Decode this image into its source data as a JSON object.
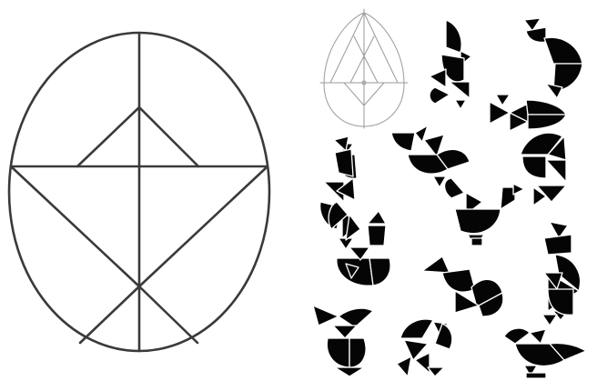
{
  "colors": {
    "background": "#ffffff",
    "outline": "#3a3a3a",
    "template_line": "#9a9a9a",
    "silhouette": "#050505"
  },
  "main_diagram": {
    "shape": "egg-tangram-dissection",
    "pieces": [
      "upper-left-cap",
      "upper-right-cap",
      "small-triangle",
      "left-side-piece",
      "right-side-piece",
      "lower-left-piece",
      "lower-right-piece",
      "bottom-left-piece",
      "bottom-right-piece"
    ]
  },
  "template_thumbnail": {
    "shape": "egg-construction-drawing"
  },
  "silhouettes": [
    {
      "id": "silhouette-1",
      "depicts": "bird-standing"
    },
    {
      "id": "silhouette-2",
      "depicts": "bird-perched"
    },
    {
      "id": "silhouette-3",
      "depicts": "fish"
    },
    {
      "id": "silhouette-4",
      "depicts": "bird-spread-wings"
    },
    {
      "id": "silhouette-5",
      "depicts": "hen"
    },
    {
      "id": "silhouette-6",
      "depicts": "bird-arched"
    },
    {
      "id": "silhouette-7",
      "depicts": "bird-tall"
    },
    {
      "id": "silhouette-8",
      "depicts": "duck"
    },
    {
      "id": "silhouette-9",
      "depicts": "bird-leaning"
    },
    {
      "id": "silhouette-10",
      "depicts": "swan"
    },
    {
      "id": "silhouette-11",
      "depicts": "bird-low"
    },
    {
      "id": "silhouette-12",
      "depicts": "bird-upright"
    },
    {
      "id": "silhouette-13",
      "depicts": "chick"
    },
    {
      "id": "silhouette-14",
      "depicts": "bird-flying"
    },
    {
      "id": "silhouette-15",
      "depicts": "bird-pecking"
    }
  ]
}
